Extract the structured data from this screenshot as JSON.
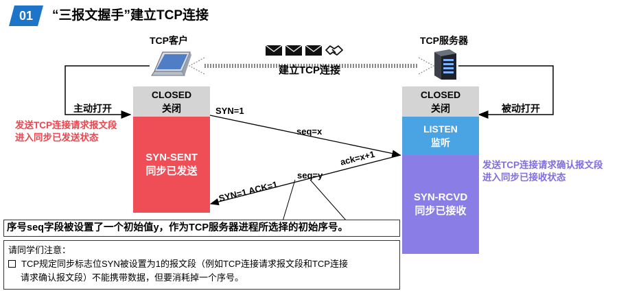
{
  "header": {
    "badge": "01",
    "title": "“三报文握手”建立TCP连接"
  },
  "client": {
    "title": "TCP客户",
    "action": "主动打开",
    "note": [
      "发送TCP连接请求报文段",
      "进入同步已发送状态"
    ],
    "state_closed": [
      "CLOSED",
      "关闭"
    ],
    "state_synsent": [
      "SYN-SENT",
      "同步已发送"
    ]
  },
  "server": {
    "title": "TCP服务器",
    "action": "被动打开",
    "note": [
      "发送TCP连接请求确认报文段",
      "进入同步已接收状态"
    ],
    "state_closed": [
      "CLOSED",
      "关闭"
    ],
    "state_listen": [
      "LISTEN",
      "监听"
    ],
    "state_synrcvd": [
      "SYN-RCVD",
      "同步已接收"
    ]
  },
  "connection": {
    "label": "建立TCP连接"
  },
  "segments": {
    "syn1": "SYN=1",
    "seq_x": "seq=x",
    "seq_y": "seq=y",
    "ack": "ack=x+1",
    "syn_ack": "SYN=1  ACK=1"
  },
  "callout": "序号seq字段被设置了一个初始值y，作为TCP服务器进程所选择的初始序号。",
  "attention": {
    "heading": "请同学们注意：",
    "line1": "TCP规定同步标志位SYN被设置为1的报文段（例如TCP连接请求报文段和TCP连接",
    "line2": "请求确认报文段）不能携带数据，但要消耗掉一个序号。"
  },
  "colors": {
    "badge": "#1e74c9",
    "closed": "#d4d4d4",
    "syn_sent": "#f04e57",
    "listen": "#4aa3e2",
    "syn_rcvd": "#8b7de6",
    "red_note": "#e9474f",
    "purple_note": "#7f6fe0"
  },
  "icons": [
    "laptop-icon",
    "server-icon",
    "envelope-icon",
    "handshake-icon"
  ]
}
